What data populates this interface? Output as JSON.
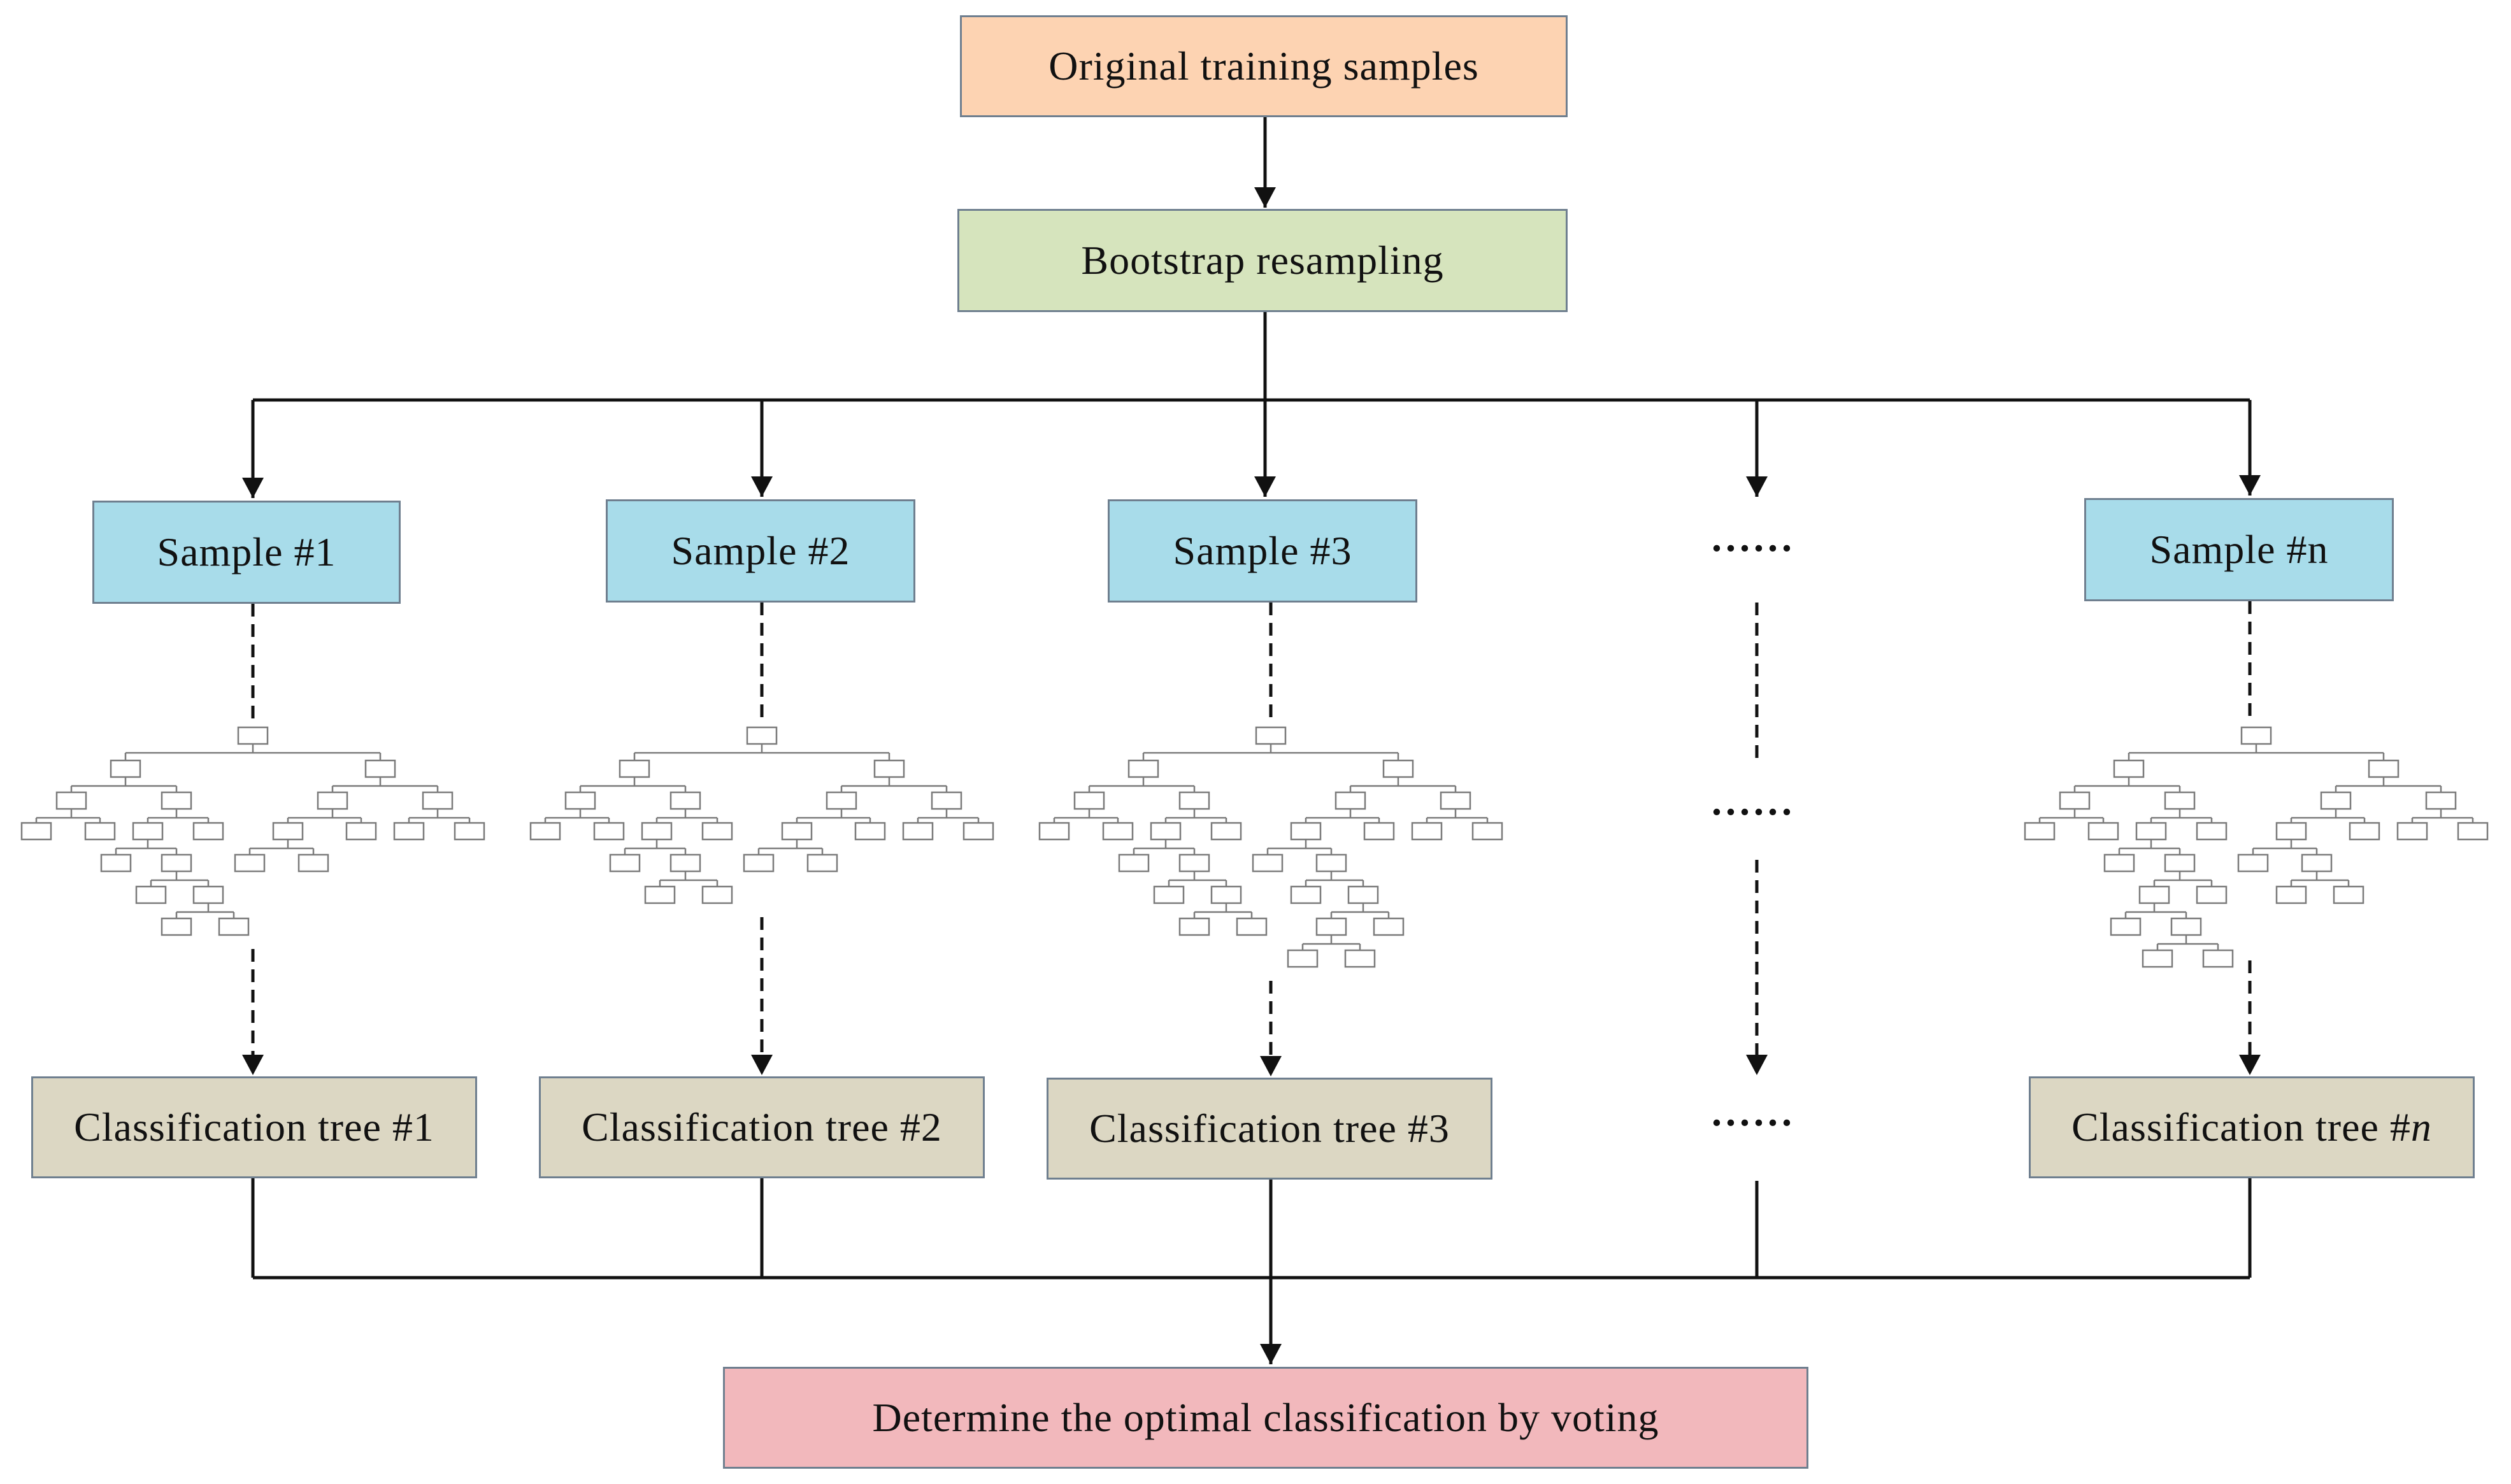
{
  "nodes": {
    "original": "Original training samples",
    "bootstrap": "Bootstrap resampling",
    "samples": [
      "Sample #1",
      "Sample #2",
      "Sample #3",
      "Sample #n"
    ],
    "trees": [
      "Classification tree #1",
      "Classification tree #2",
      "Classification tree #3"
    ],
    "tree_n_prefix": "Classification tree #",
    "tree_n_italic": "n",
    "vote": "Determine the optimal classification by voting"
  },
  "ellipsis": "......",
  "colors": {
    "original_fill": "#fdd3b2",
    "bootstrap_fill": "#d6e4bd",
    "sample_fill": "#a8dcea",
    "tree_fill": "#dcd7c3",
    "vote_fill": "#f2b8bc",
    "line": "#111111",
    "mini_tree": "#7a7a7a"
  }
}
